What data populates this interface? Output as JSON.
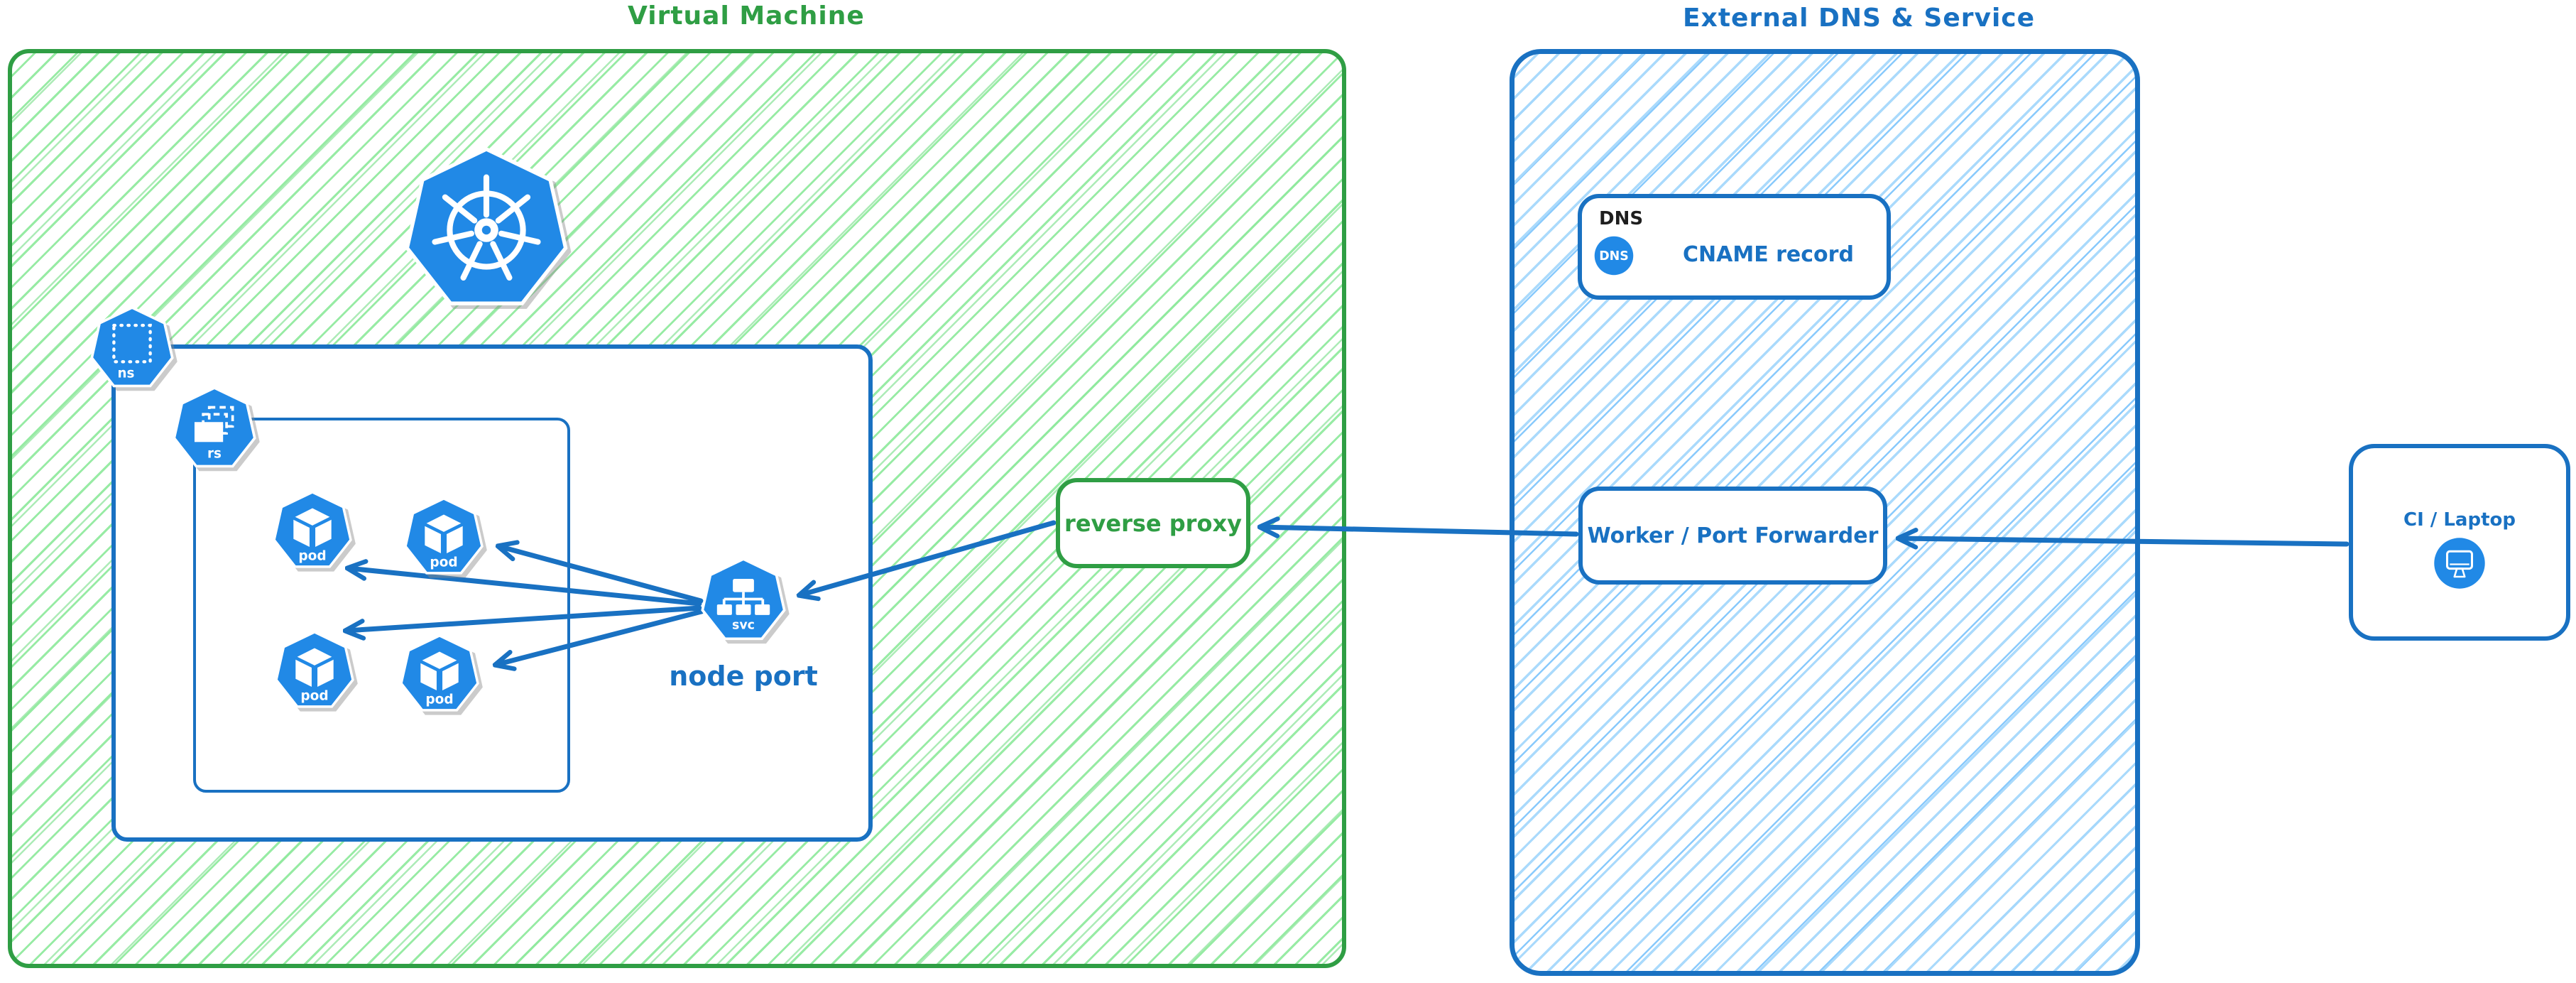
{
  "colors": {
    "green_stroke": "#2f9e44",
    "green_hatch": "#8ce99a",
    "blue_stroke": "#1971c2",
    "blue_hatch": "#a5d8ff",
    "icon_blue": "#2189e6",
    "heading_black": "#1e1e1e"
  },
  "groups": {
    "vm": {
      "title": "Virtual Machine"
    },
    "external": {
      "title": "External DNS & Service"
    }
  },
  "kubernetes": {
    "cluster_icon": "kubernetes-logo",
    "namespace_label": "ns",
    "replicaset_label": "rs",
    "pod_labels": [
      "pod",
      "pod",
      "pod",
      "pod"
    ],
    "service_label": "svc",
    "service_caption": "node port"
  },
  "nodes": {
    "reverse_proxy": {
      "label": "reverse proxy"
    },
    "dns": {
      "heading": "DNS",
      "badge": "DNS",
      "label": "CNAME record"
    },
    "worker": {
      "label": "Worker / Port Forwarder"
    },
    "ci": {
      "label": "CI / Laptop"
    }
  }
}
